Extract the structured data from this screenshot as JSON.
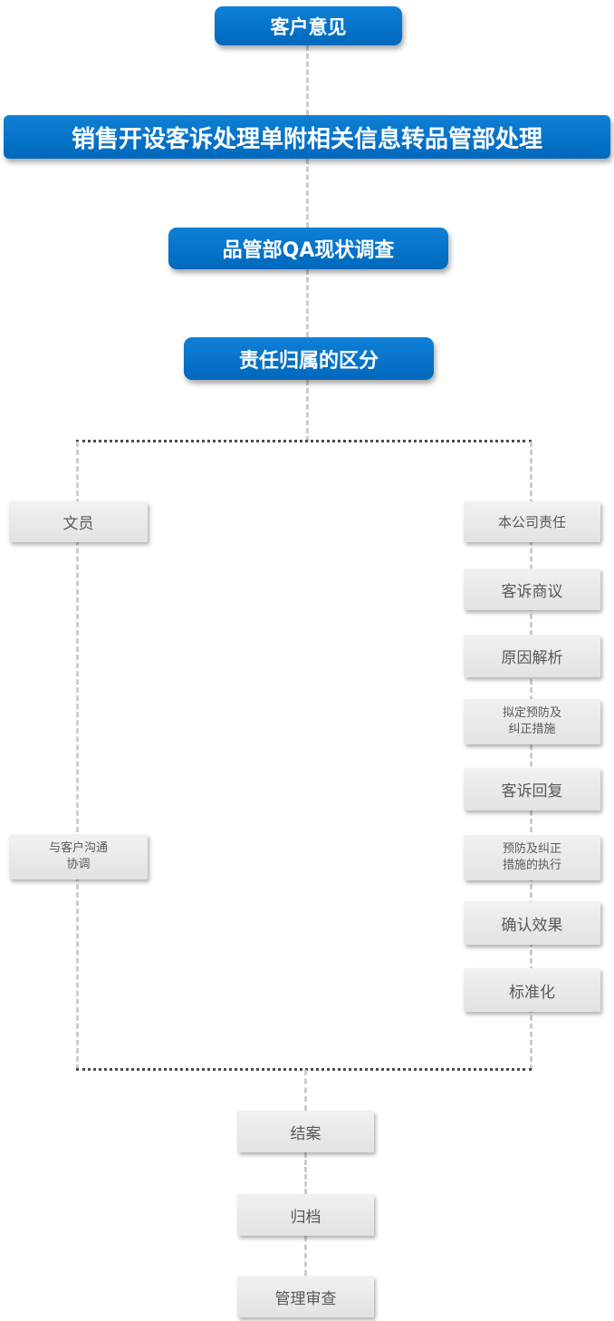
{
  "colors": {
    "primary_blue": "#0072C6",
    "blue_text": "#FFFFFF",
    "gray_box": "#E9E9E9",
    "gray_text": "#595959",
    "connector_light_dash": "#CDCDCD",
    "connector_dark_dot": "#4A4A4A",
    "background": "#FFFFFF"
  },
  "nodes": {
    "customer_opinion": "客户意见",
    "sales_ticket": "销售开设客诉处理单附相关信息转品管部处理",
    "qa_survey": "品管部QA现状调查",
    "responsibility_division": "责任归属的区分",
    "clerk": "文员",
    "communicate_customer": "与客户沟通\n协调",
    "company_responsibility": "本公司责任",
    "complaint_discussion": "客诉商议",
    "cause_analysis": "原因解析",
    "draft_preventive_measures": "拟定预防及\n纠正措施",
    "complaint_reply": "客诉回复",
    "execute_measures": "预防及纠正\n措施的执行",
    "confirm_effect": "确认效果",
    "standardization": "标准化",
    "close_case": "结案",
    "archive": "归档",
    "management_review": "管理审查"
  }
}
